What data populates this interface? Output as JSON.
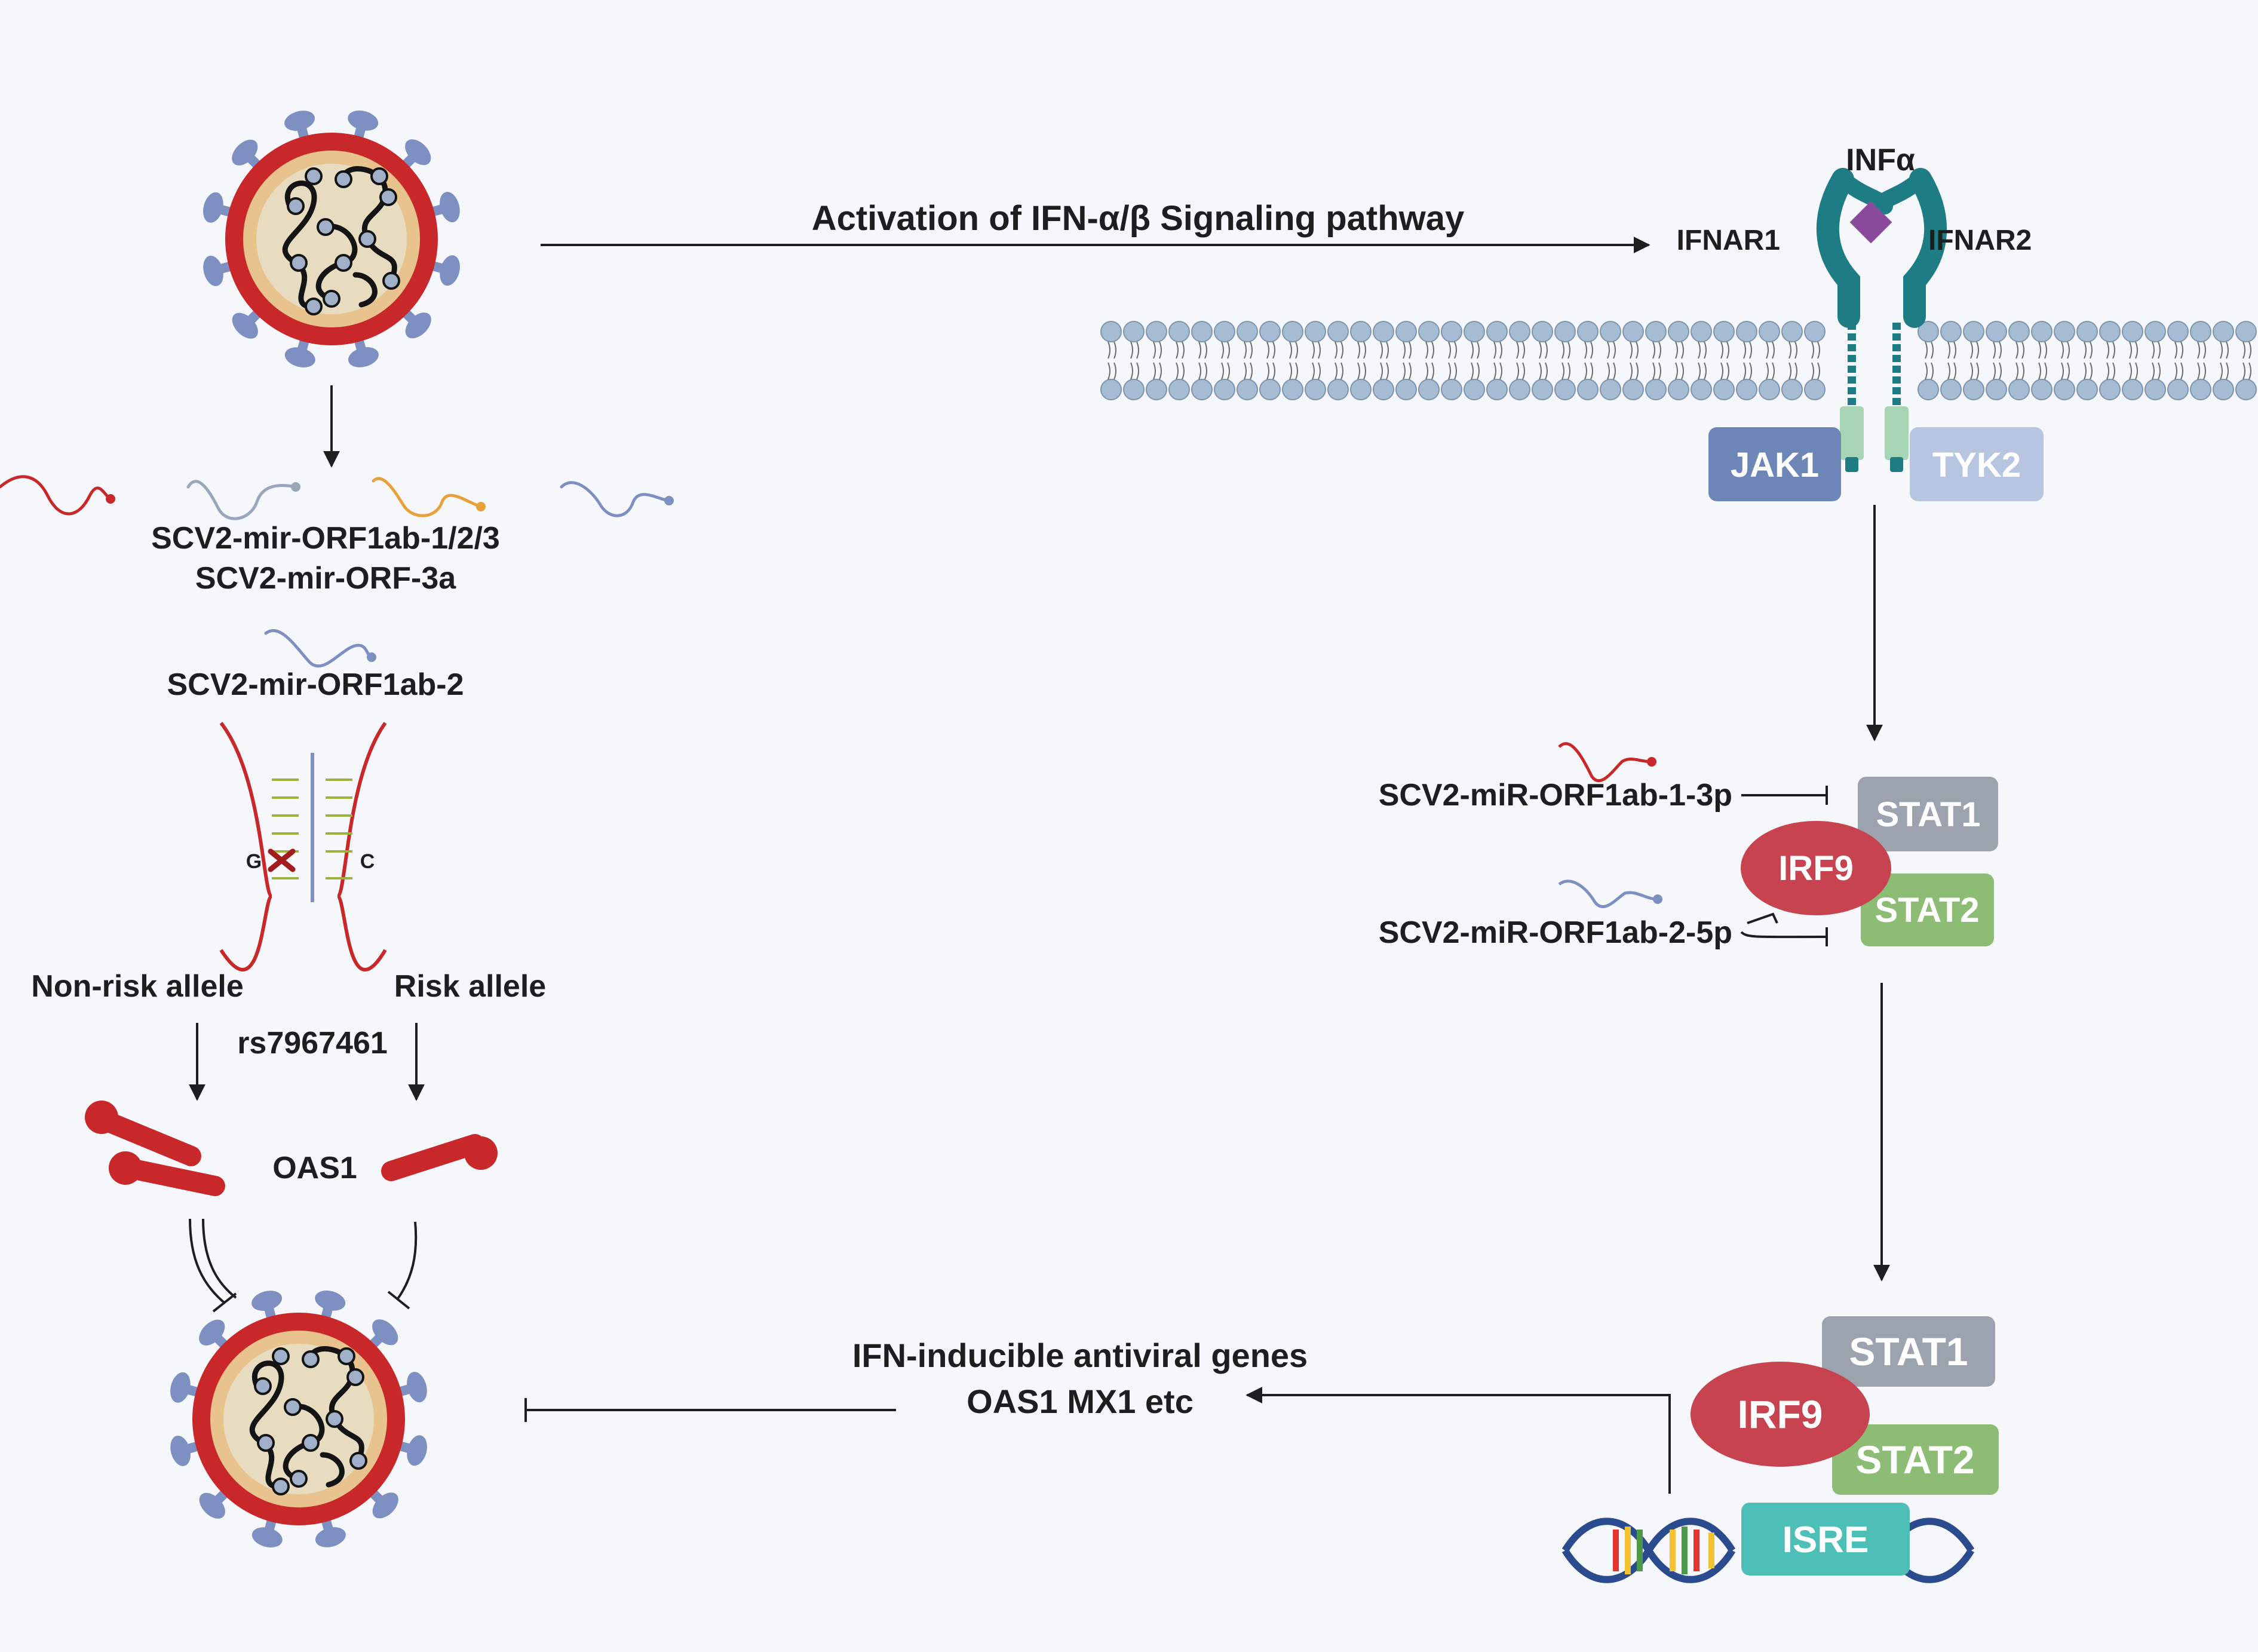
{
  "top_pathway": {
    "arrow_label": "Activation of IFN-α/β Signaling pathway",
    "ligand": "INFα",
    "receptor_1": "IFNAR1",
    "receptor_2": "IFNAR2",
    "kinase_1": "JAK1",
    "kinase_2": "TYK2"
  },
  "mirna": {
    "group_line_1": "SCV2-mir-ORF1ab-1/2/3",
    "group_line_2": "SCV2-mir-ORF-3a",
    "single": "SCV2-mir-ORF1ab-2",
    "inhibitor_1": "SCV2-miR-ORF1ab-1-3p",
    "inhibitor_2": "SCV2-miR-ORF1ab-2-5p"
  },
  "snp": {
    "base_left": "G",
    "base_right": "C",
    "non_risk": "Non-risk allele",
    "risk": "Risk allele",
    "rsid": "rs7967461",
    "protein": "OAS1"
  },
  "complex_mid": {
    "stat1": "STAT1",
    "irf9": "IRF9",
    "stat2": "STAT2"
  },
  "complex_bottom": {
    "stat1": "STAT1",
    "irf9": "IRF9",
    "stat2": "STAT2",
    "isre": "ISRE"
  },
  "genes": {
    "line_1": "IFN-inducible antiviral genes",
    "line_2": "OAS1 MX1 etc"
  },
  "colors": {
    "virus_ring": "#c8282a",
    "virus_core": "#e8dcc0",
    "virus_spike": "#7e8fc2",
    "receptor": "#1e7d84",
    "ligand": "#8a4a9c",
    "membrane_head": "#a5bcd2",
    "jak1": "#6d86b8",
    "tyk2": "#b7c5e0",
    "stat1": "#9da3ae",
    "stat2": "#8dbd74",
    "irf9": "#c7434f",
    "isre": "#4ebfb6",
    "oas1": "#c8282a"
  }
}
